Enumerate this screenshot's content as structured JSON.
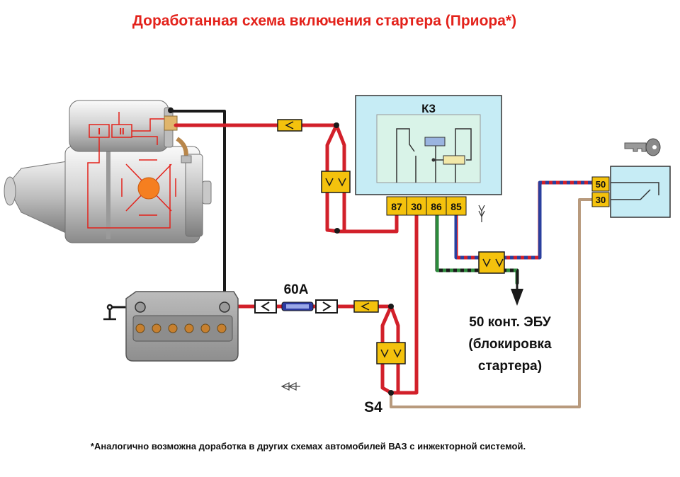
{
  "title": "Доработанная схема включения стартера (Приора*)",
  "footnote": "*Аналогично возможна доработка в других схемах автомобилей ВАЗ с инжекторной системой.",
  "relay": {
    "name": "К3",
    "pins": [
      "87",
      "30",
      "86",
      "85"
    ]
  },
  "fuse_label": "60А",
  "switch_label": "S4",
  "ignition_pins": [
    "50",
    "30"
  ],
  "ecu_note": {
    "line1": "50 конт. ЭБУ",
    "line2": "(блокировка",
    "line3": "стартера)"
  },
  "starter_solenoid": {
    "winding1": "I",
    "winding2": "II"
  },
  "wire_colors": {
    "red": "#d2202a",
    "black": "#1a1a1a",
    "brown": "#b89a7d",
    "green": "#2d8a3c",
    "blue": "#2a3f9e",
    "connector_yellow": "#f4c20d",
    "relay_cyan": "#c6ecf5"
  },
  "icons": {
    "key": "key-icon",
    "ground": "ground-icon",
    "arrow": "arrow-down-icon"
  }
}
